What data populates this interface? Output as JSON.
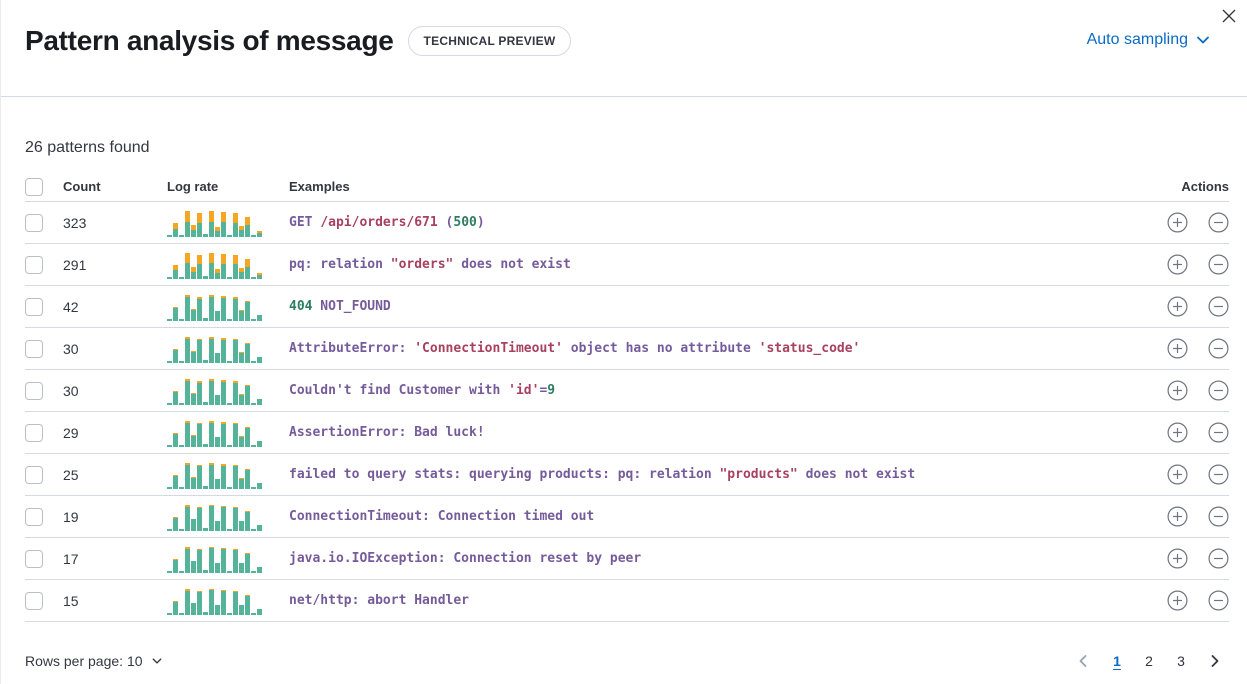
{
  "colors": {
    "accent_blue": "#0b6bc4",
    "spark_teal": "#54b399",
    "spark_orange": "#f5a623",
    "token_purple": "#765b9b",
    "token_red": "#a8405f",
    "token_green": "#2e7d62",
    "border": "#d3dae6"
  },
  "flyout": {
    "title": "Pattern analysis of message",
    "badge": "TECHNICAL PREVIEW",
    "sampling_label": "Auto sampling"
  },
  "summary": "26 patterns found",
  "table": {
    "headers": {
      "count": "Count",
      "log_rate": "Log rate",
      "examples": "Examples",
      "actions": "Actions"
    },
    "spark_totals": [
      0.4,
      5.0,
      0.5,
      9.3,
      4.3,
      8.7,
      1.0,
      9.4,
      3.7,
      9.0,
      0.5,
      8.7,
      3.9,
      7.4,
      0.6,
      2.2
    ],
    "rows": [
      {
        "count": "323",
        "spark_frac": 0.42,
        "tokens": [
          {
            "t": "GET ",
            "c": "p"
          },
          {
            "t": "/api/orders/671",
            "c": "r"
          },
          {
            "t": " (",
            "c": "p"
          },
          {
            "t": "500",
            "c": "g"
          },
          {
            "t": ")",
            "c": "p"
          }
        ]
      },
      {
        "count": "291",
        "spark_frac": 0.4,
        "tokens": [
          {
            "t": "pq: relation ",
            "c": "p"
          },
          {
            "t": "\"orders\"",
            "c": "r"
          },
          {
            "t": " does not exist",
            "c": "p"
          }
        ]
      },
      {
        "count": "42",
        "spark_frac": 0.08,
        "tokens": [
          {
            "t": "404",
            "c": "g"
          },
          {
            "t": " NOT_FOUND",
            "c": "p"
          }
        ]
      },
      {
        "count": "30",
        "spark_frac": 0.06,
        "tokens": [
          {
            "t": "AttributeError: ",
            "c": "p"
          },
          {
            "t": "'ConnectionTimeout'",
            "c": "r"
          },
          {
            "t": " object has no attribute ",
            "c": "p"
          },
          {
            "t": "'status_code'",
            "c": "r"
          }
        ]
      },
      {
        "count": "30",
        "spark_frac": 0.07,
        "tokens": [
          {
            "t": "Couldn't find Customer with ",
            "c": "p"
          },
          {
            "t": "'id'",
            "c": "r"
          },
          {
            "t": "=",
            "c": "p"
          },
          {
            "t": "9",
            "c": "g"
          }
        ]
      },
      {
        "count": "29",
        "spark_frac": 0.06,
        "tokens": [
          {
            "t": "AssertionError: Bad luck!",
            "c": "p"
          }
        ]
      },
      {
        "count": "25",
        "spark_frac": 0.06,
        "tokens": [
          {
            "t": "failed to query stats: querying products: pq: relation ",
            "c": "p"
          },
          {
            "t": "\"products\"",
            "c": "r"
          },
          {
            "t": " does not exist",
            "c": "p"
          }
        ]
      },
      {
        "count": "19",
        "spark_frac": 0.05,
        "tokens": [
          {
            "t": "ConnectionTimeout: Connection timed out",
            "c": "p"
          }
        ]
      },
      {
        "count": "17",
        "spark_frac": 0.05,
        "tokens": [
          {
            "t": "java.io.IOException: Connection reset by peer",
            "c": "p"
          }
        ]
      },
      {
        "count": "15",
        "spark_frac": 0.05,
        "tokens": [
          {
            "t": "net/http: abort Handler",
            "c": "p"
          }
        ]
      }
    ]
  },
  "footer": {
    "rows_per_page_label": "Rows per page: 10",
    "pages": [
      "1",
      "2",
      "3"
    ],
    "active_page": "1"
  }
}
